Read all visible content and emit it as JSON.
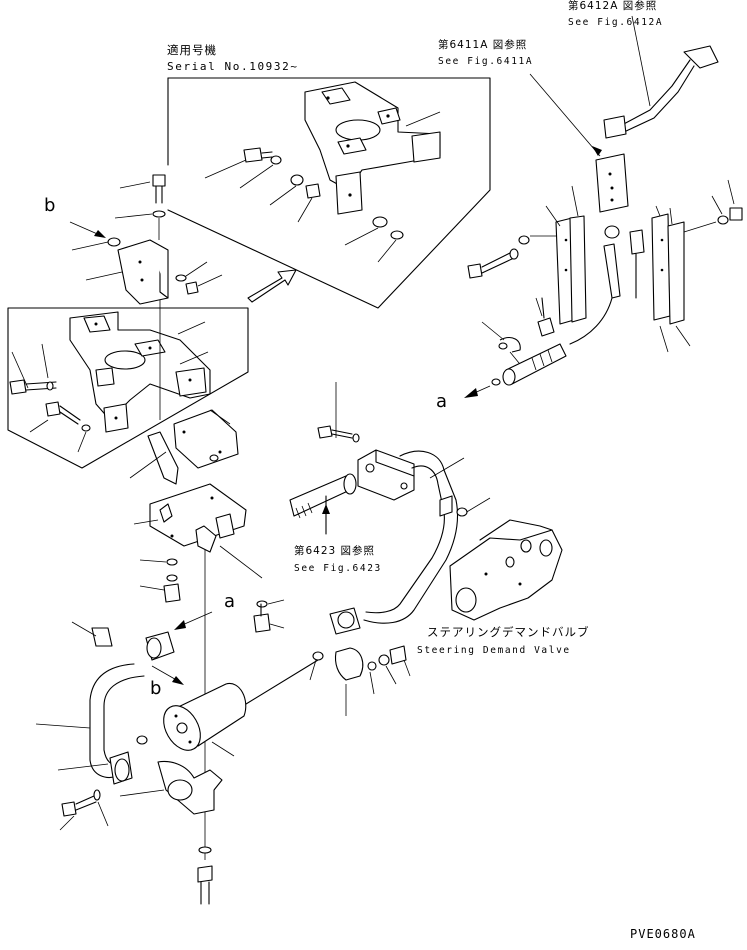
{
  "callouts": {
    "serial_jp": "適用号機",
    "serial_en": "Serial No.10932~",
    "fig_6412a_jp": "第6412A 図参照",
    "fig_6412a_en": "See Fig.6412A",
    "fig_6411a_jp": "第6411A 図参照",
    "fig_6411a_en": "See Fig.6411A",
    "fig_6423_jp": "第6423 図参照",
    "fig_6423_en": "See Fig.6423",
    "valve_jp": "ステアリングデマンドバルブ",
    "valve_en": "Steering Demand Valve"
  },
  "markers": {
    "a_right": "a",
    "a_left": "a",
    "b_top": "b",
    "b_bottom": "b"
  },
  "drawing_code": "PVE0680A"
}
